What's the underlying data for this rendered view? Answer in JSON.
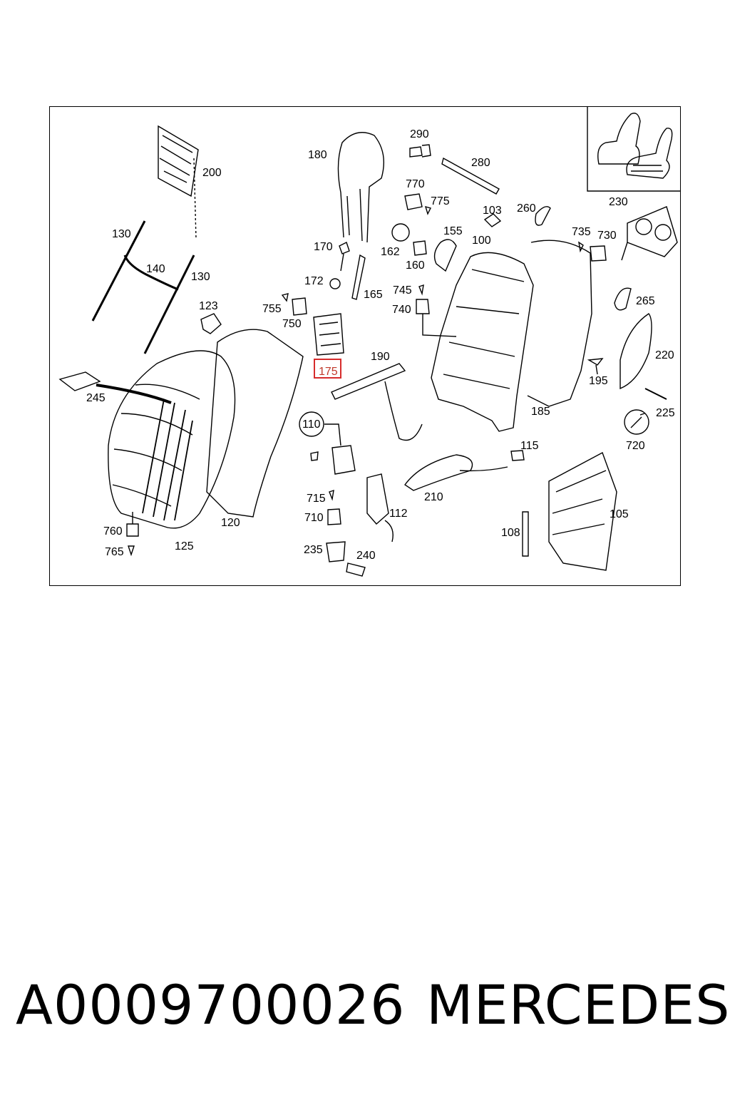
{
  "diagram": {
    "callouts": [
      "180",
      "290",
      "280",
      "770",
      "775",
      "200",
      "103",
      "260",
      "230",
      "130",
      "140",
      "130",
      "170",
      "162",
      "155",
      "100",
      "735",
      "730",
      "160",
      "172",
      "745",
      "165",
      "740",
      "123",
      "755",
      "750",
      "265",
      "220",
      "175",
      "190",
      "195",
      "245",
      "225",
      "110",
      "185",
      "720",
      "115",
      "715",
      "710",
      "112",
      "210",
      "760",
      "120",
      "125",
      "105",
      "765",
      "108",
      "235",
      "240"
    ],
    "highlighted_callout": "175",
    "colors": {
      "line": "#000000",
      "highlight": "#d62c2c"
    }
  },
  "caption": {
    "part_number": "A0009700026",
    "brand": "MERCEDES"
  }
}
